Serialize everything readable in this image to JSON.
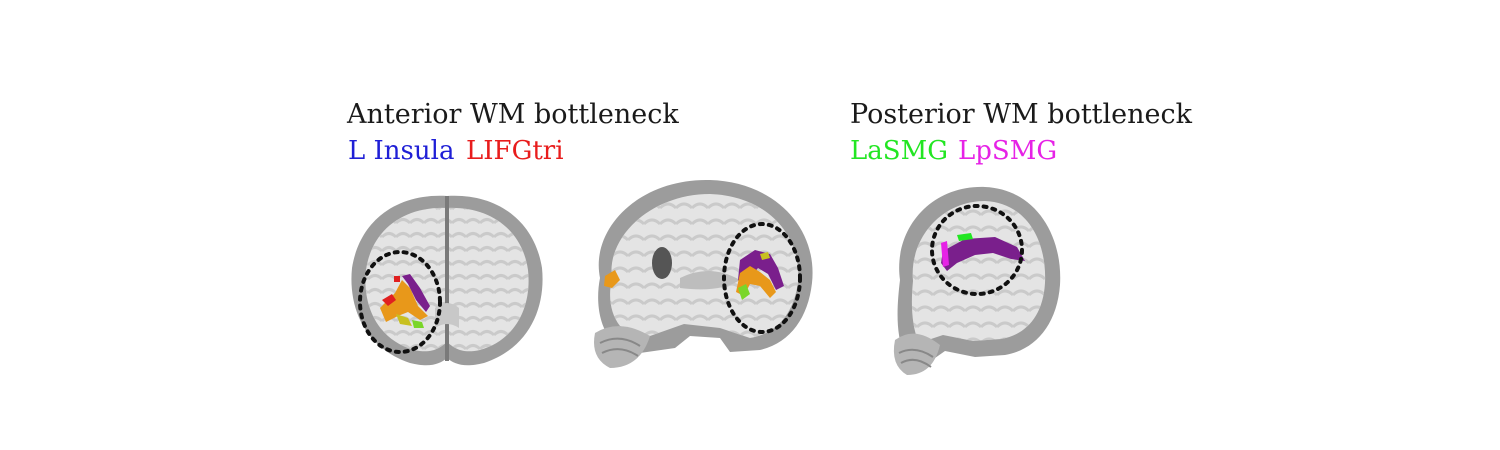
{
  "anterior": {
    "title": "Anterior WM bottleneck",
    "legend": [
      {
        "label": "L Insula",
        "color": "#1f1fd6"
      },
      {
        "label": "LIFGtri",
        "color": "#e81c1c"
      }
    ]
  },
  "posterior": {
    "title": "Posterior WM bottleneck",
    "legend": [
      {
        "label": "LaSMG",
        "color": "#22e622"
      },
      {
        "label": "LpSMG",
        "color": "#e622e6"
      }
    ]
  },
  "colors": {
    "tract_purple": "#7a1f8c",
    "tract_orange": "#e8981a",
    "tract_yellow": "#c8c020",
    "tract_red": "#e02020",
    "tract_green": "#7ad62a",
    "brain_gray": "#9c9c9c",
    "white_matter": "#e4e4e4"
  }
}
